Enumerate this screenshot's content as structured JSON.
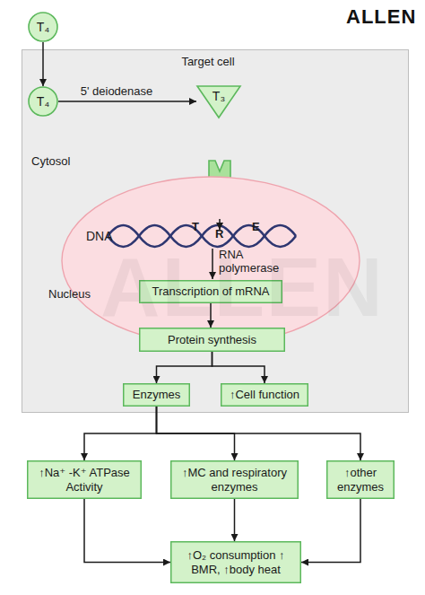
{
  "diagram": {
    "nodes": [
      {
        "text": [
          "T₄"
        ]
      },
      {
        "text": [
          "Target cell",
          "Cytosol"
        ]
      },
      {
        "text": [
          "T₄"
        ],
        "in": 1
      },
      {
        "text": [
          "T₃"
        ],
        "in": 1
      },
      {
        "text": [
          "TR"
        ],
        "in": 1
      },
      {
        "text": [
          "Nucleus"
        ],
        "in": 1
      },
      {
        "text": [
          "Transcription of mRNA"
        ],
        "in": 5
      },
      {
        "text": [
          "Protein synthesis"
        ],
        "in": 1
      },
      {
        "text": [
          "Enzymes"
        ],
        "in": 1
      },
      {
        "text": [
          "↑Cell function"
        ],
        "in": 1
      },
      {
        "text": [
          "↑Na⁺ -K⁺ ATPase Activity"
        ]
      },
      {
        "text": [
          "↑MC and respiratory enzymes"
        ]
      },
      {
        "text": [
          "↑other enzymes"
        ]
      },
      {
        "text": [
          "↑O₂ consumption ↑ BMR, ↑body heat"
        ]
      }
    ],
    "edges": [
      {
        "from": 0,
        "to": 2,
        "arrow": "to"
      },
      {
        "from": 2,
        "to": 3,
        "label": "5' deiodenase",
        "arrow": "to"
      },
      {
        "from": 6,
        "to": 7,
        "arrow": "to"
      },
      {
        "from": 7,
        "to": 8,
        "arrow": "to"
      },
      {
        "from": 7,
        "to": 9,
        "arrow": "to"
      },
      {
        "from": 8,
        "to": 10,
        "arrow": "to"
      },
      {
        "from": 8,
        "to": 11,
        "arrow": "to"
      },
      {
        "from": 8,
        "to": 12,
        "arrow": "to"
      },
      {
        "from": 10,
        "to": 13,
        "arrow": "to"
      },
      {
        "from": 11,
        "to": 13,
        "arrow": "to"
      },
      {
        "from": 12,
        "to": 13,
        "arrow": "to"
      }
    ],
    "labels": [
      "ALLEN",
      "DNA",
      "T",
      "R",
      "E",
      "RNA polymerase",
      "ALLEN"
    ]
  }
}
